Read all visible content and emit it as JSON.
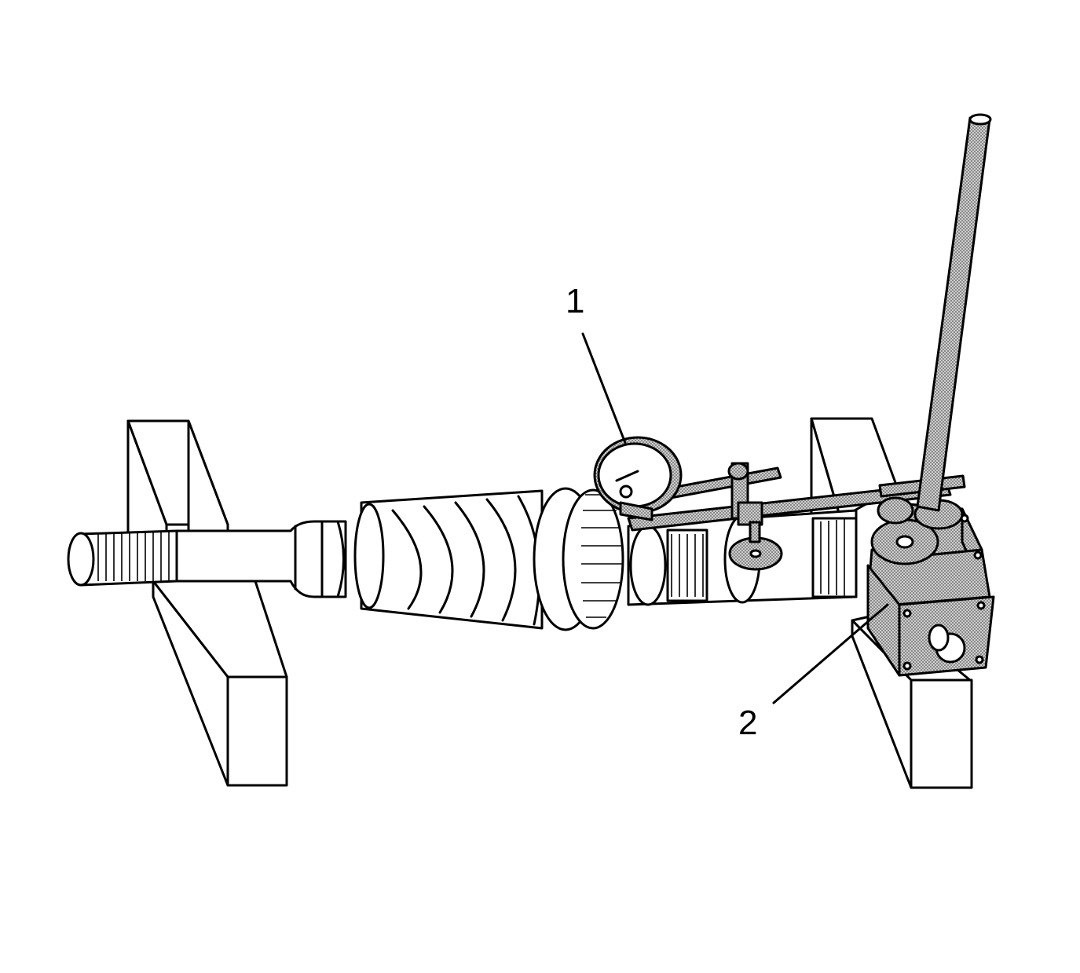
{
  "callouts": [
    {
      "label": "1",
      "refers_to": "dial-indicator"
    },
    {
      "label": "2",
      "refers_to": "magnetic-base"
    }
  ],
  "colors": {
    "line": "#000000",
    "background": "#ffffff",
    "shading": "#9a9a9a"
  }
}
